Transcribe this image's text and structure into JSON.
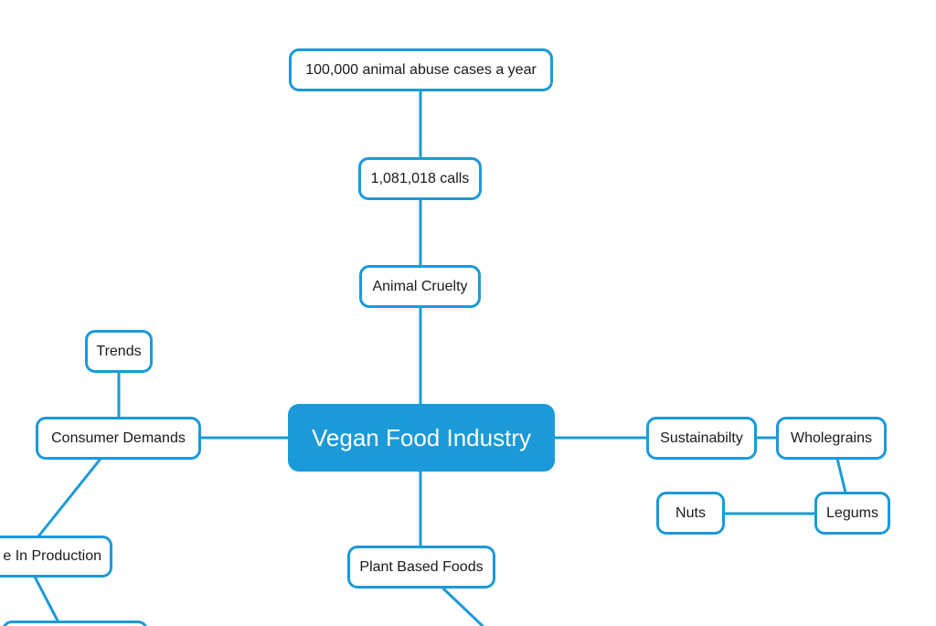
{
  "diagram": {
    "accent_color": "#1b9ad9",
    "central_text_color": "#ffffff",
    "central": "Vegan Food Industry",
    "nodes": {
      "abuse_cases": "100,000 animal abuse cases a year",
      "calls": "1,081,018 calls",
      "animal_cruelty": "Animal Cruelty",
      "trends": "Trends",
      "consumer_demands": "Consumer Demands",
      "sustainability": "Sustainabilty",
      "wholegrains": "Wholegrains",
      "nuts": "Nuts",
      "legumes": "Legums",
      "production": "e In Production",
      "plant_based_foods": "Plant Based Foods"
    }
  }
}
